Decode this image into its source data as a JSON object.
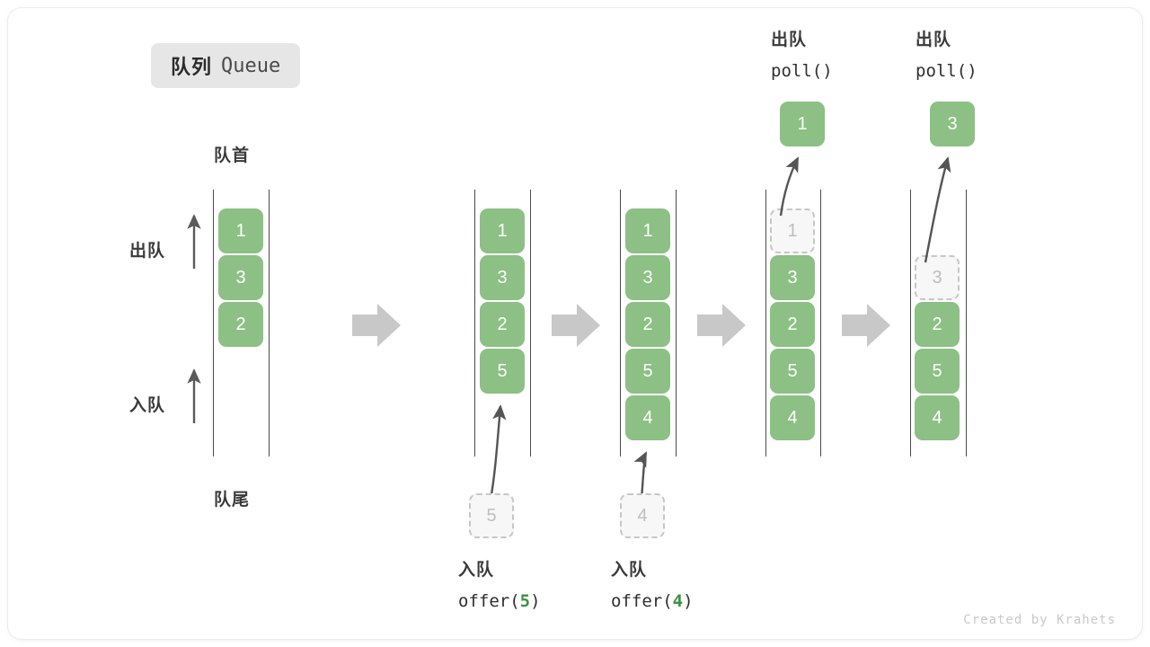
{
  "title": {
    "cn": "队列",
    "en": "Queue"
  },
  "axis_labels": {
    "head": "队首",
    "tail": "队尾",
    "dequeue": "出队",
    "enqueue": "入队"
  },
  "footer": "Created by Krahets",
  "colors": {
    "element_fill": "#8cc084",
    "element_text": "#ffffff",
    "ghost_fill": "#f7f7f7",
    "ghost_border": "#c6c6c6",
    "ghost_text": "#bdbdbd",
    "rail": "#4a4a4a",
    "step_arrow": "#c8c8c8",
    "curve_arrow": "#555555",
    "accent_green": "#3f9142",
    "chip_bg": "#e6e6e6"
  },
  "steps": [
    {
      "id": "initial",
      "caption_cn": "",
      "caption_code": "",
      "elements": [
        "1",
        "3",
        "2"
      ],
      "ghost_index": -1,
      "pending": null,
      "popped": null
    },
    {
      "id": "offer-5",
      "caption_cn": "入队",
      "caption_code_prefix": "offer(",
      "caption_code_arg": "5",
      "caption_code_suffix": ")",
      "elements": [
        "1",
        "3",
        "2",
        "5"
      ],
      "ghost_index": -1,
      "pending": "5",
      "popped": null
    },
    {
      "id": "offer-4",
      "caption_cn": "入队",
      "caption_code_prefix": "offer(",
      "caption_code_arg": "4",
      "caption_code_suffix": ")",
      "elements": [
        "1",
        "3",
        "2",
        "5",
        "4"
      ],
      "ghost_index": -1,
      "pending": "4",
      "popped": null
    },
    {
      "id": "poll-1",
      "caption_cn": "出队",
      "caption_code_prefix": "poll(",
      "caption_code_arg": "",
      "caption_code_suffix": ")",
      "elements": [
        "1",
        "3",
        "2",
        "5",
        "4"
      ],
      "ghost_index": 0,
      "pending": null,
      "popped": "1"
    },
    {
      "id": "poll-3",
      "caption_cn": "出队",
      "caption_code_prefix": "poll(",
      "caption_code_arg": "",
      "caption_code_suffix": ")",
      "elements": [
        "",
        "3",
        "2",
        "5",
        "4"
      ],
      "ghost_index": 1,
      "pending": null,
      "popped": "3"
    }
  ],
  "step_arrows": 4
}
